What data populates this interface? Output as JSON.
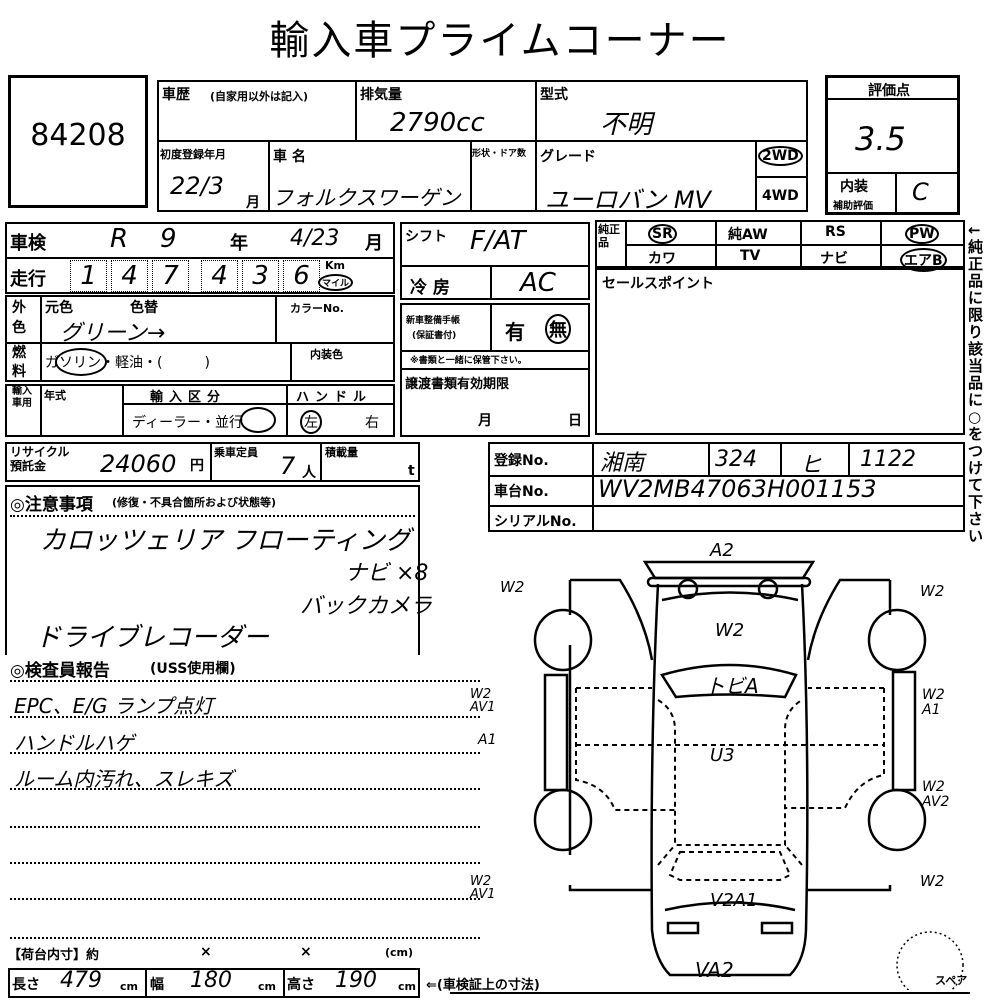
{
  "title": "輸入車プライムコーナー",
  "lot_number": "84208",
  "history": {
    "label": "車歴",
    "note": "(自家用以外は記入)",
    "value": ""
  },
  "displacement": {
    "label": "排気量",
    "value": "2790cc"
  },
  "model_code": {
    "label": "型式",
    "value": "不明"
  },
  "first_registration": {
    "label": "初度登録年月",
    "value": "22/3",
    "month_label": "月"
  },
  "car_name": {
    "label": "車 名",
    "value": "フォルクスワーゲン"
  },
  "body_shape": {
    "label": "形状・ドア数"
  },
  "grade": {
    "label": "グレード",
    "value": "ユーロバン MV"
  },
  "drive": {
    "options": [
      "2WD",
      "4WD"
    ],
    "selected": "2WD"
  },
  "score": {
    "label": "評価点",
    "value": "3.5",
    "interior_label": "内装",
    "interior_sub": "補助評価",
    "interior_value": "C"
  },
  "inspection": {
    "label": "車検",
    "era": "R",
    "year": "9",
    "year_label": "年",
    "date": "4/23",
    "month_label": "月"
  },
  "mileage": {
    "label": "走行",
    "digits": [
      "1",
      "4",
      "7",
      "4",
      "3",
      "6"
    ],
    "unit_km": "Km",
    "unit_mile": "マイル"
  },
  "shift": {
    "label": "シフト",
    "value": "F/AT"
  },
  "aircon": {
    "label": "冷 房",
    "value": "AC"
  },
  "genuine": {
    "label": "純正品",
    "items": [
      "SR",
      "純AW",
      "RS",
      "PW",
      "カワ",
      "TV",
      "ナビ",
      "エアB"
    ],
    "circled": [
      "SR",
      "PW",
      "エアB"
    ],
    "side_note": "←純正品に限り該当品に○をつけて下さい"
  },
  "sales_point": {
    "label": "セールスポイント",
    "value": ""
  },
  "exterior_color": {
    "label": "外色",
    "original_label": "元色",
    "changed_label": "色替",
    "value": "グリーン→",
    "color_no_label": "カラーNo."
  },
  "fuel": {
    "label": "燃料",
    "options": "ガソリン・軽油・(　　　)",
    "selected": "ガソリン",
    "interior_color_label": "内装色"
  },
  "import": {
    "label": "輸入車用",
    "year_label": "年式",
    "type_label": "輸入区分",
    "type_options": "ディーラー・並行",
    "selected_type": "並行",
    "handle_label": "ハンドル",
    "handle_left": "左",
    "handle_right": "右"
  },
  "maintenance_book": {
    "label": "新車整備手帳",
    "sub": "(保証書付)",
    "yes": "有",
    "no": "無",
    "selected": "無",
    "note": "※書類と一緒に保管下さい。"
  },
  "transfer_docs": {
    "label": "譲渡書類有効期限",
    "month": "月",
    "day": "日"
  },
  "recycle": {
    "label": "リサイクル預託金",
    "value": "24060",
    "unit": "円"
  },
  "capacity": {
    "label": "乗車定員",
    "value": "7",
    "unit": "人"
  },
  "load": {
    "label": "積載量",
    "unit": "t"
  },
  "registration": {
    "label": "登録No.",
    "parts": [
      "湘南",
      "324",
      "ヒ",
      "1122"
    ]
  },
  "chassis": {
    "label": "車台No.",
    "value": "WV2MB47063H001153"
  },
  "serial": {
    "label": "シリアルNo.",
    "value": ""
  },
  "notes": {
    "label": "◎注意事項",
    "sub": "(修復・不具合箇所および状態等)",
    "lines": [
      "カロッツェリア フローティング",
      "ナビ ×8",
      "バックカメラ",
      "ドライブレコーダー"
    ]
  },
  "inspector": {
    "label": "◎検査員報告",
    "sub": "(USS使用欄)",
    "lines": [
      "EPC、E/G ランプ点灯",
      "ハンドルハゲ",
      "ルーム内汚れ、スレキズ"
    ]
  },
  "cargo": {
    "label": "【荷台内寸】約",
    "x": "×",
    "unit": "(cm)"
  },
  "dimensions": {
    "length_label": "長さ",
    "length": "479",
    "width_label": "幅",
    "width": "180",
    "height_label": "高さ",
    "height": "190",
    "unit": "cm",
    "note": "⇐(車検証上の寸法)"
  },
  "diagram": {
    "marks": {
      "front": "A2",
      "hood": "W2",
      "windshield": "トビA",
      "roof": "U3",
      "rear": "V2A1",
      "rear_bumper": "VA2",
      "left_front_fender": "W2",
      "left_front_door": "W2 AV1",
      "left_sill": "A1",
      "left_rear": "W2 AV1",
      "right_front_fender": "W2",
      "right_front_door": "W2 A1",
      "right_rear_door": "W2 AV2",
      "right_rear": "W2"
    },
    "spare_label": "スペア"
  }
}
